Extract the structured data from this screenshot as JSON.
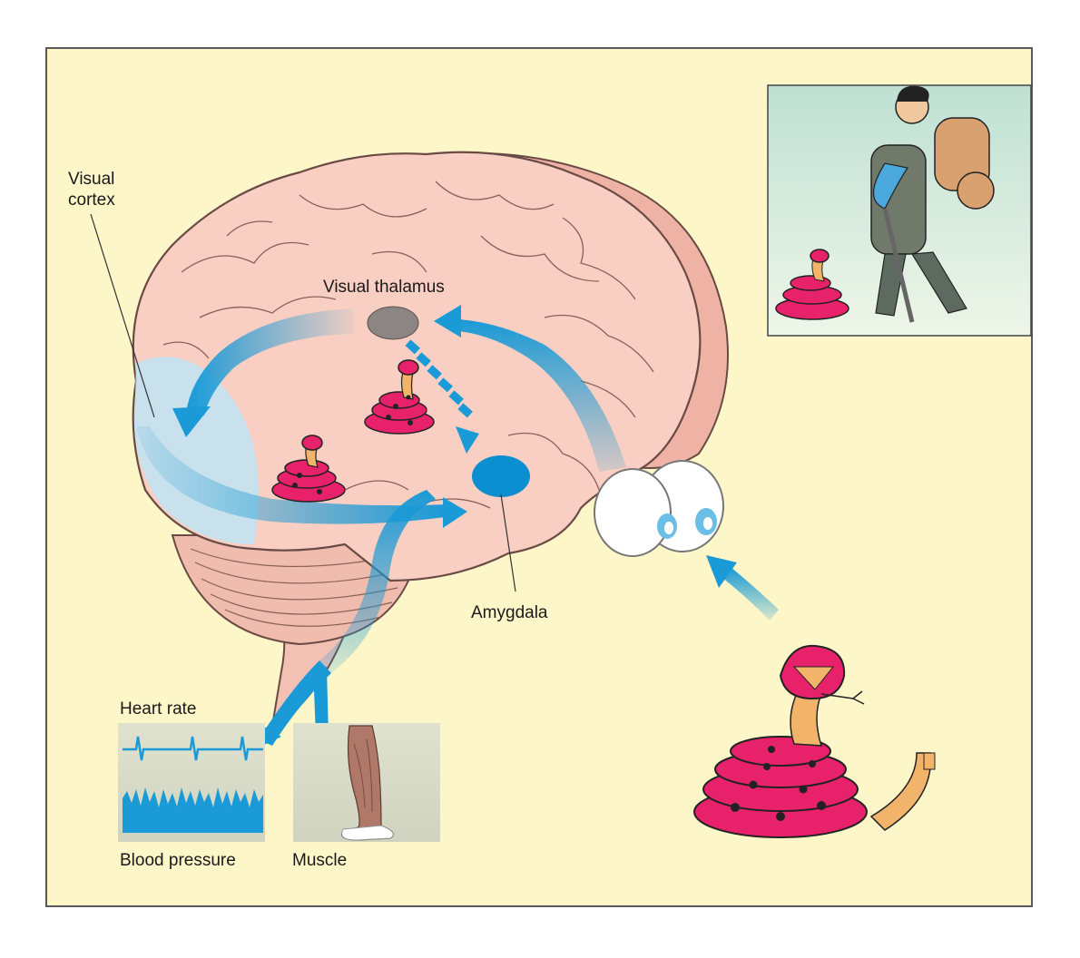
{
  "labels": {
    "visual_cortex_line1": "Visual",
    "visual_cortex_line2": "cortex",
    "visual_thalamus": "Visual thalamus",
    "amygdala": "Amygdala",
    "heart_rate": "Heart rate",
    "blood_pressure": "Blood pressure",
    "muscle": "Muscle"
  },
  "colors": {
    "background": "#fdf6c8",
    "brain": "#f6c9bd",
    "pathway_blue": "#1a9ad6",
    "thalamus": "#8d8584",
    "snake": "#e8216b"
  }
}
